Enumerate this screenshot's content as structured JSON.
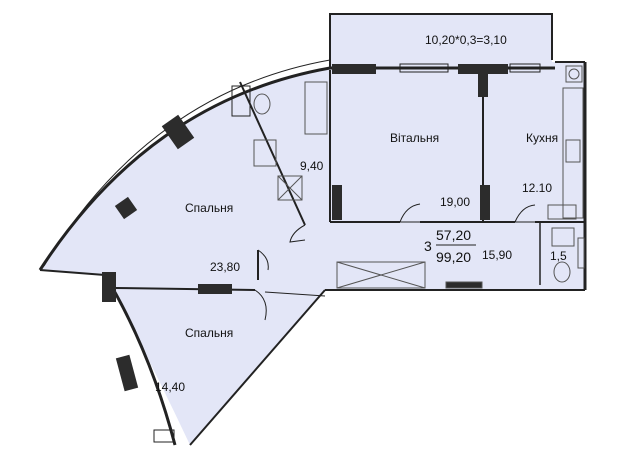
{
  "colors": {
    "floor": "#e3e6f7",
    "wall": "#222222",
    "window_fill": "#2c2c2c",
    "fixture_stroke": "#555555"
  },
  "plan": {
    "balcony_label": "10,20*0,3=3,10",
    "rooms": {
      "living": {
        "name": "Вітальня",
        "area": "19,00"
      },
      "kitchen": {
        "name": "Кухня",
        "area": "12.10"
      },
      "bathroom": {
        "area": "9,40"
      },
      "bedroom1": {
        "name": "Спальня",
        "area": "23,80"
      },
      "bedroom2": {
        "name": "Спальня",
        "area": "14,40"
      },
      "hall": {
        "area": "15,90"
      },
      "wc": {
        "area": "1,5"
      }
    },
    "summary": {
      "rooms_count": "3",
      "living_area": "57,20",
      "total_area": "99,20"
    }
  }
}
